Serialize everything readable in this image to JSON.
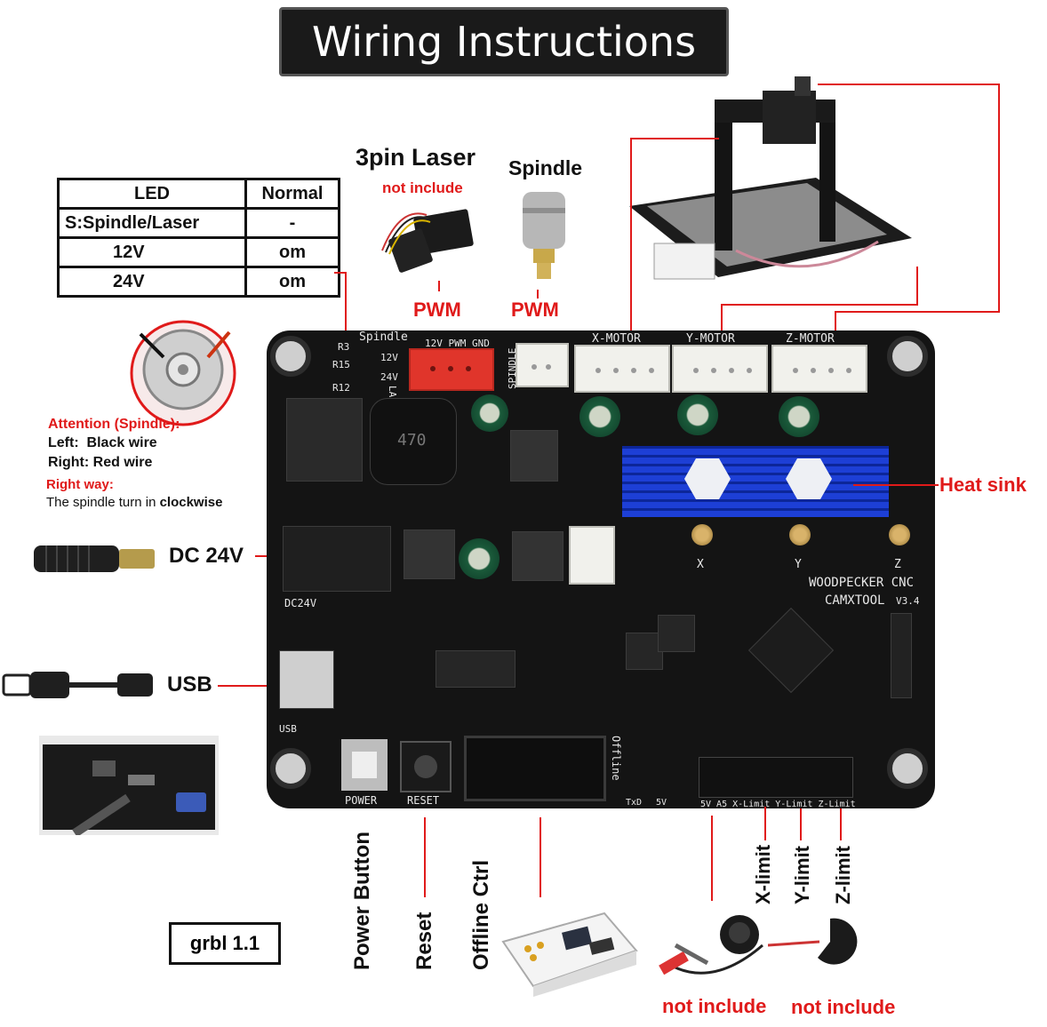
{
  "title": "Wiring Instructions",
  "led_table": {
    "headers": [
      "LED",
      "Normal"
    ],
    "rows": [
      [
        "S:Spindle/Laser",
        "-"
      ],
      [
        "12V",
        "om"
      ],
      [
        "24V",
        "om"
      ]
    ]
  },
  "laser": {
    "label": "3pin Laser",
    "note": "not include",
    "pwm": "PWM"
  },
  "spindle": {
    "label": "Spindle",
    "pwm": "PWM"
  },
  "attention": {
    "heading": "Attention (Spindle):",
    "left_prefix": "Left:",
    "left_value": "Black wire",
    "right_prefix": "Right:",
    "right_value": "Red wire",
    "right_way_heading": "Right way:",
    "right_way_text": "The spindle turn in ",
    "right_way_bold": "clockwise"
  },
  "dc_label": "DC 24V",
  "usb_label": "USB",
  "heat_sink_label": "Heat sink",
  "grbl_label": "grbl 1.1",
  "bottom_labels": {
    "power": "Power Button",
    "reset": "Reset",
    "offline": "Offline Ctrl",
    "xlimit": "X-limit",
    "ylimit": "Y-limit",
    "zlimit": "Z-limit"
  },
  "not_include_left": "not include",
  "not_include_right": "not include",
  "board_silk": {
    "x_motor": "X-MOTOR",
    "y_motor": "Y-MOTOR",
    "z_motor": "Z-MOTOR",
    "laser": "LASER",
    "spindle": "SPINDLE",
    "pwm_pins": "12V PWM GND",
    "spindle_led": "Spindle",
    "r3": "R3",
    "r15": "R15",
    "r12": "R12",
    "v12": "12V",
    "v24": "24V",
    "brand": "WOODPECKER CNC",
    "model": "CAMXTOOL",
    "version": "V3.4",
    "dc24v": "DC24V",
    "usb": "USB",
    "power": "POWER",
    "reset": "RESET",
    "offline": "Offline",
    "txd": "TxD",
    "five_v": "5V",
    "limits": "5V A5 X-Limit Y-Limit Z-Limit",
    "x": "X",
    "y": "Y",
    "z": "Z",
    "inductor": "470"
  },
  "colors": {
    "accent_red": "#e01a1a",
    "board": "#141414",
    "heatsink": "#1d3fd6",
    "title_bg": "#1a1a1a"
  }
}
